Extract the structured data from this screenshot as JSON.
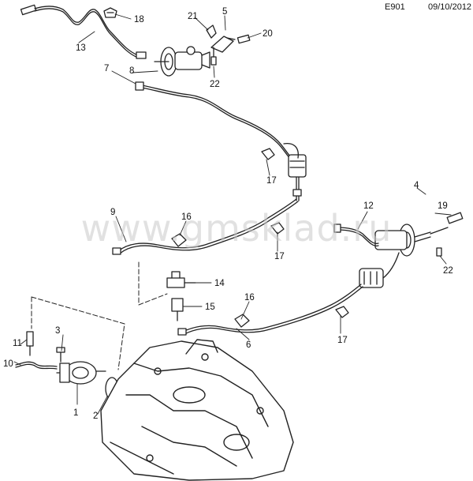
{
  "header": {
    "diagram_code": "E901",
    "date": "09/10/2012"
  },
  "watermark": "www.gmsklad.ru",
  "callouts": [
    {
      "id": "c1",
      "label": "1"
    },
    {
      "id": "c2",
      "label": "2"
    },
    {
      "id": "c3",
      "label": "3"
    },
    {
      "id": "c4",
      "label": "4"
    },
    {
      "id": "c5",
      "label": "5"
    },
    {
      "id": "c6",
      "label": "6"
    },
    {
      "id": "c7",
      "label": "7"
    },
    {
      "id": "c8",
      "label": "8"
    },
    {
      "id": "c9",
      "label": "9"
    },
    {
      "id": "c10",
      "label": "10"
    },
    {
      "id": "c11",
      "label": "11"
    },
    {
      "id": "c12",
      "label": "12"
    },
    {
      "id": "c13",
      "label": "13"
    },
    {
      "id": "c14",
      "label": "14"
    },
    {
      "id": "c15",
      "label": "15"
    },
    {
      "id": "c16a",
      "label": "16"
    },
    {
      "id": "c16b",
      "label": "16"
    },
    {
      "id": "c17a",
      "label": "17"
    },
    {
      "id": "c17b",
      "label": "17"
    },
    {
      "id": "c17c",
      "label": "17"
    },
    {
      "id": "c18",
      "label": "18"
    },
    {
      "id": "c19",
      "label": "19"
    },
    {
      "id": "c20",
      "label": "20"
    },
    {
      "id": "c21",
      "label": "21"
    },
    {
      "id": "c22a",
      "label": "22"
    },
    {
      "id": "c22b",
      "label": "22"
    }
  ]
}
